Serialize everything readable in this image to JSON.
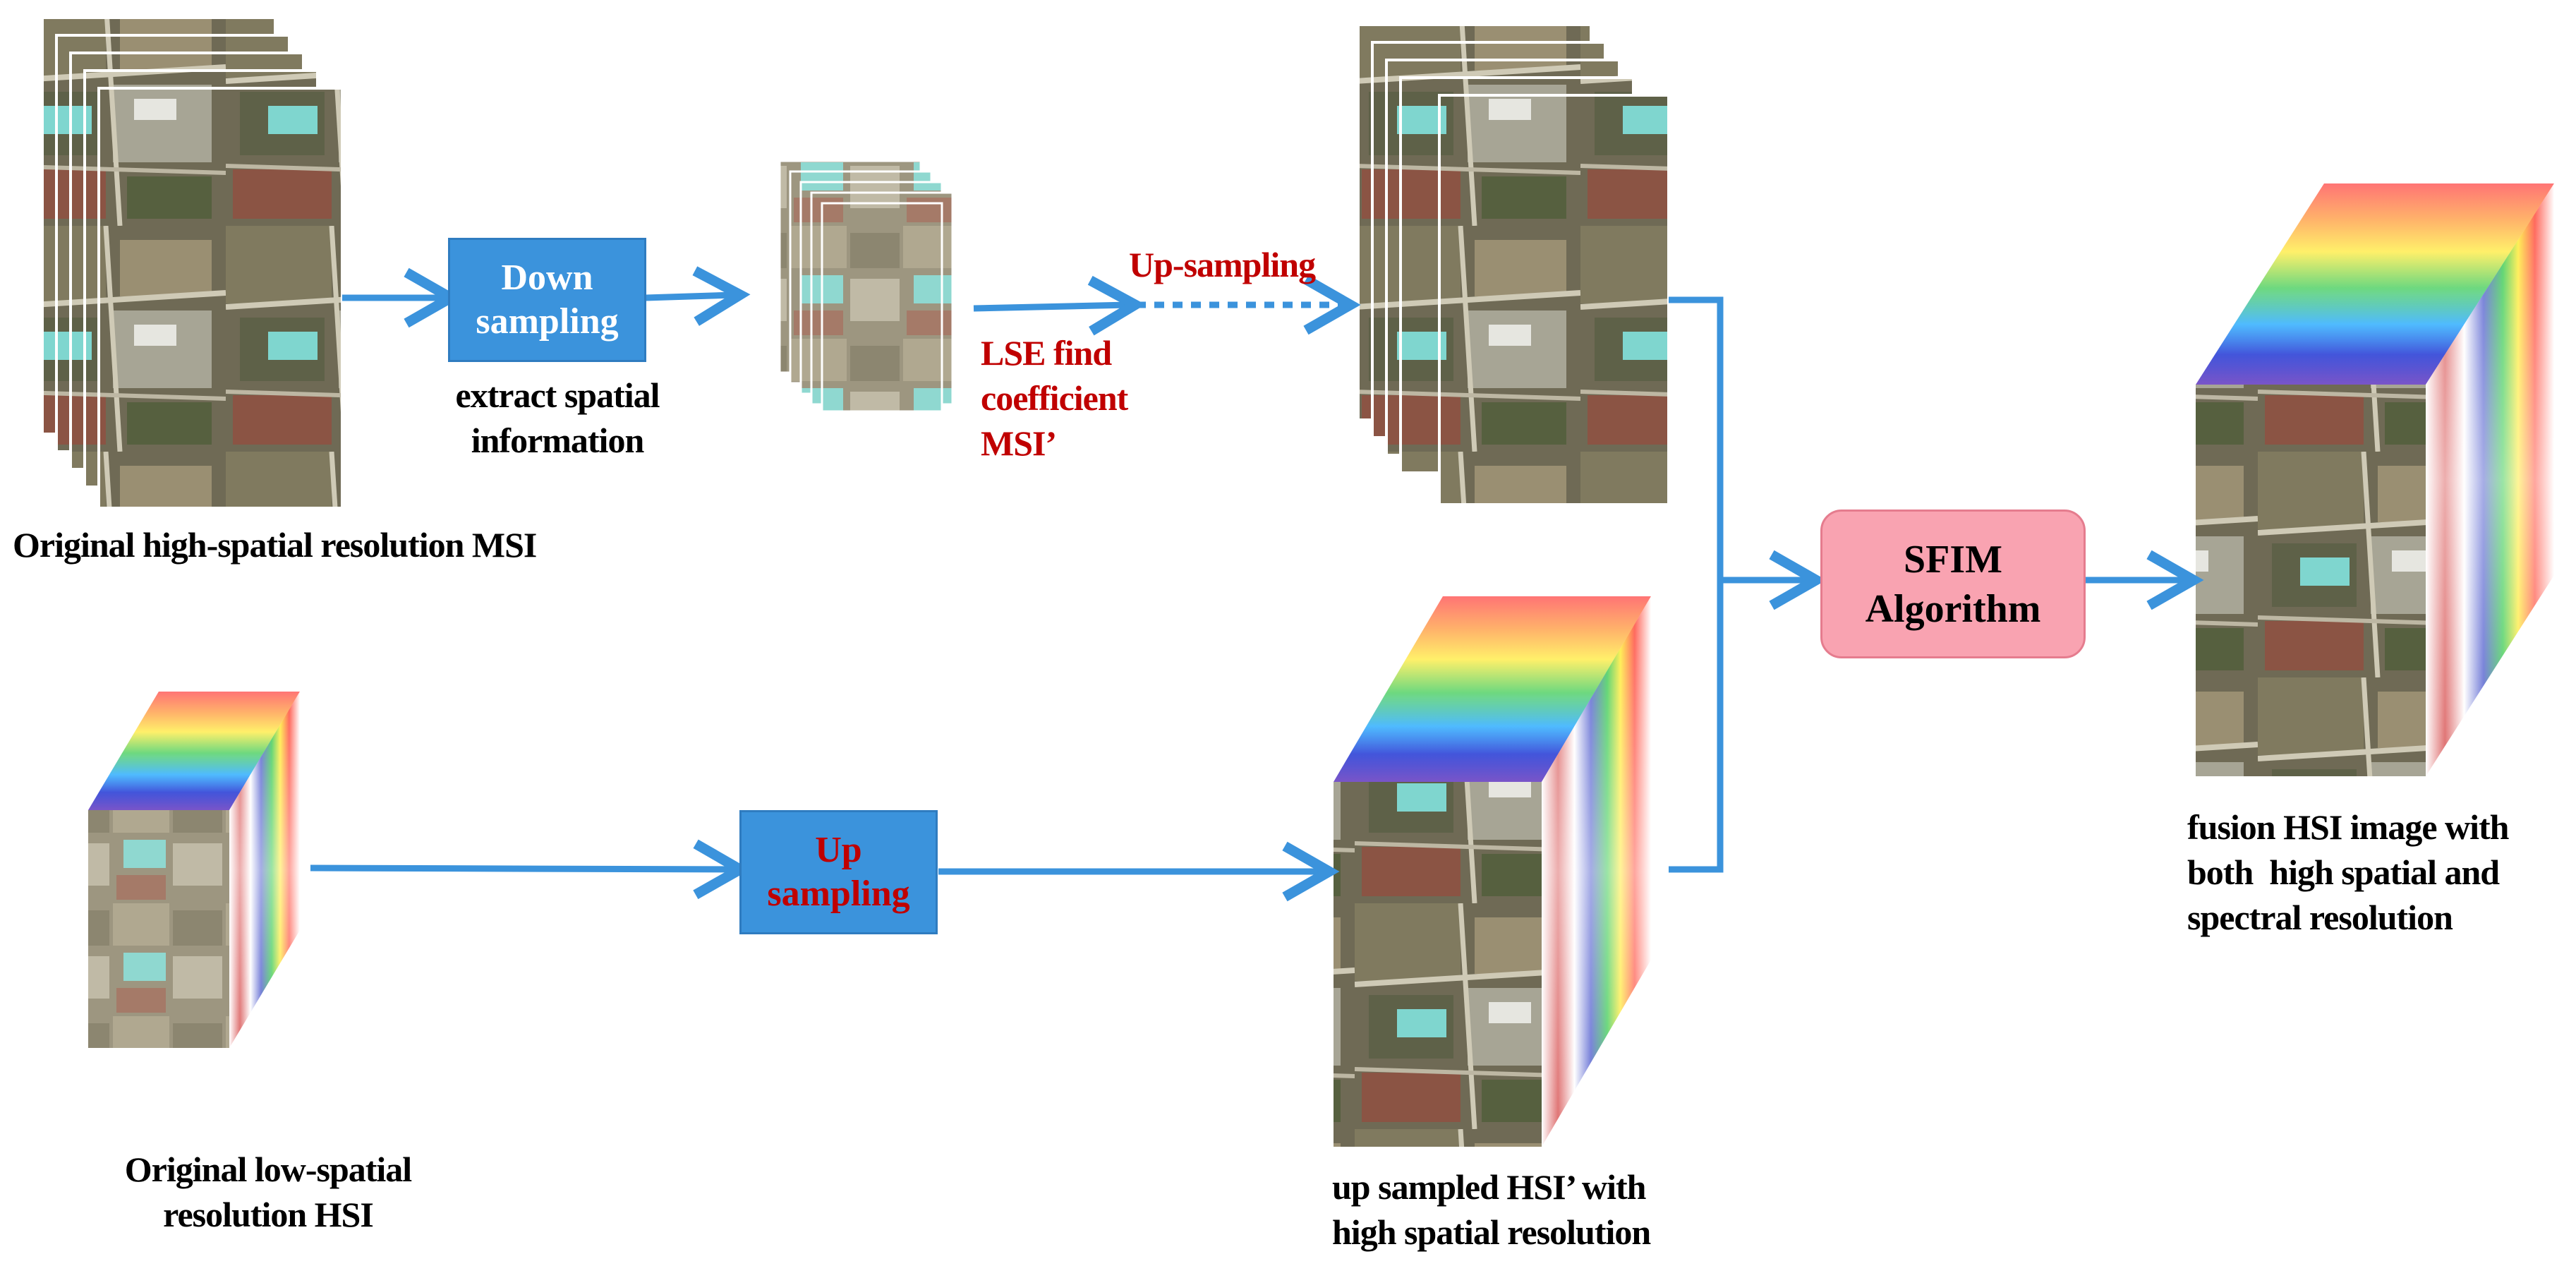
{
  "labels": {
    "msi_original": "Original high-spatial resolution MSI",
    "extract_spatial_line1": "extract spatial",
    "extract_spatial_line2": "information",
    "upsampling_red": "Up-sampling",
    "lse_line1": "LSE find",
    "lse_line2": "coefficient",
    "lse_line3": "MSI’",
    "hsi_original_line1": "Original low-spatial",
    "hsi_original_line2": "resolution HSI",
    "hsi_up_line1": "up sampled HSI’ with",
    "hsi_up_line2": "high spatial resolution",
    "fusion_line1": "fusion HSI image with",
    "fusion_line2": "both  high spatial and",
    "fusion_line3": "spectral resolution"
  },
  "boxes": {
    "down_sampling_line1": "Down",
    "down_sampling_line2": "sampling",
    "up_sampling_line1": "Up",
    "up_sampling_line2": "sampling",
    "sfim_line1": "SFIM",
    "sfim_line2": "Algorithm"
  },
  "colors": {
    "arrow": "#3b93dc",
    "red_text": "#c00000",
    "blue_box": "#3b93dc",
    "pink_box": "#f9a3b1"
  },
  "icons": {
    "msi_stack": "aerial-image-stack",
    "hsi_cube": "hyperspectral-cube"
  }
}
